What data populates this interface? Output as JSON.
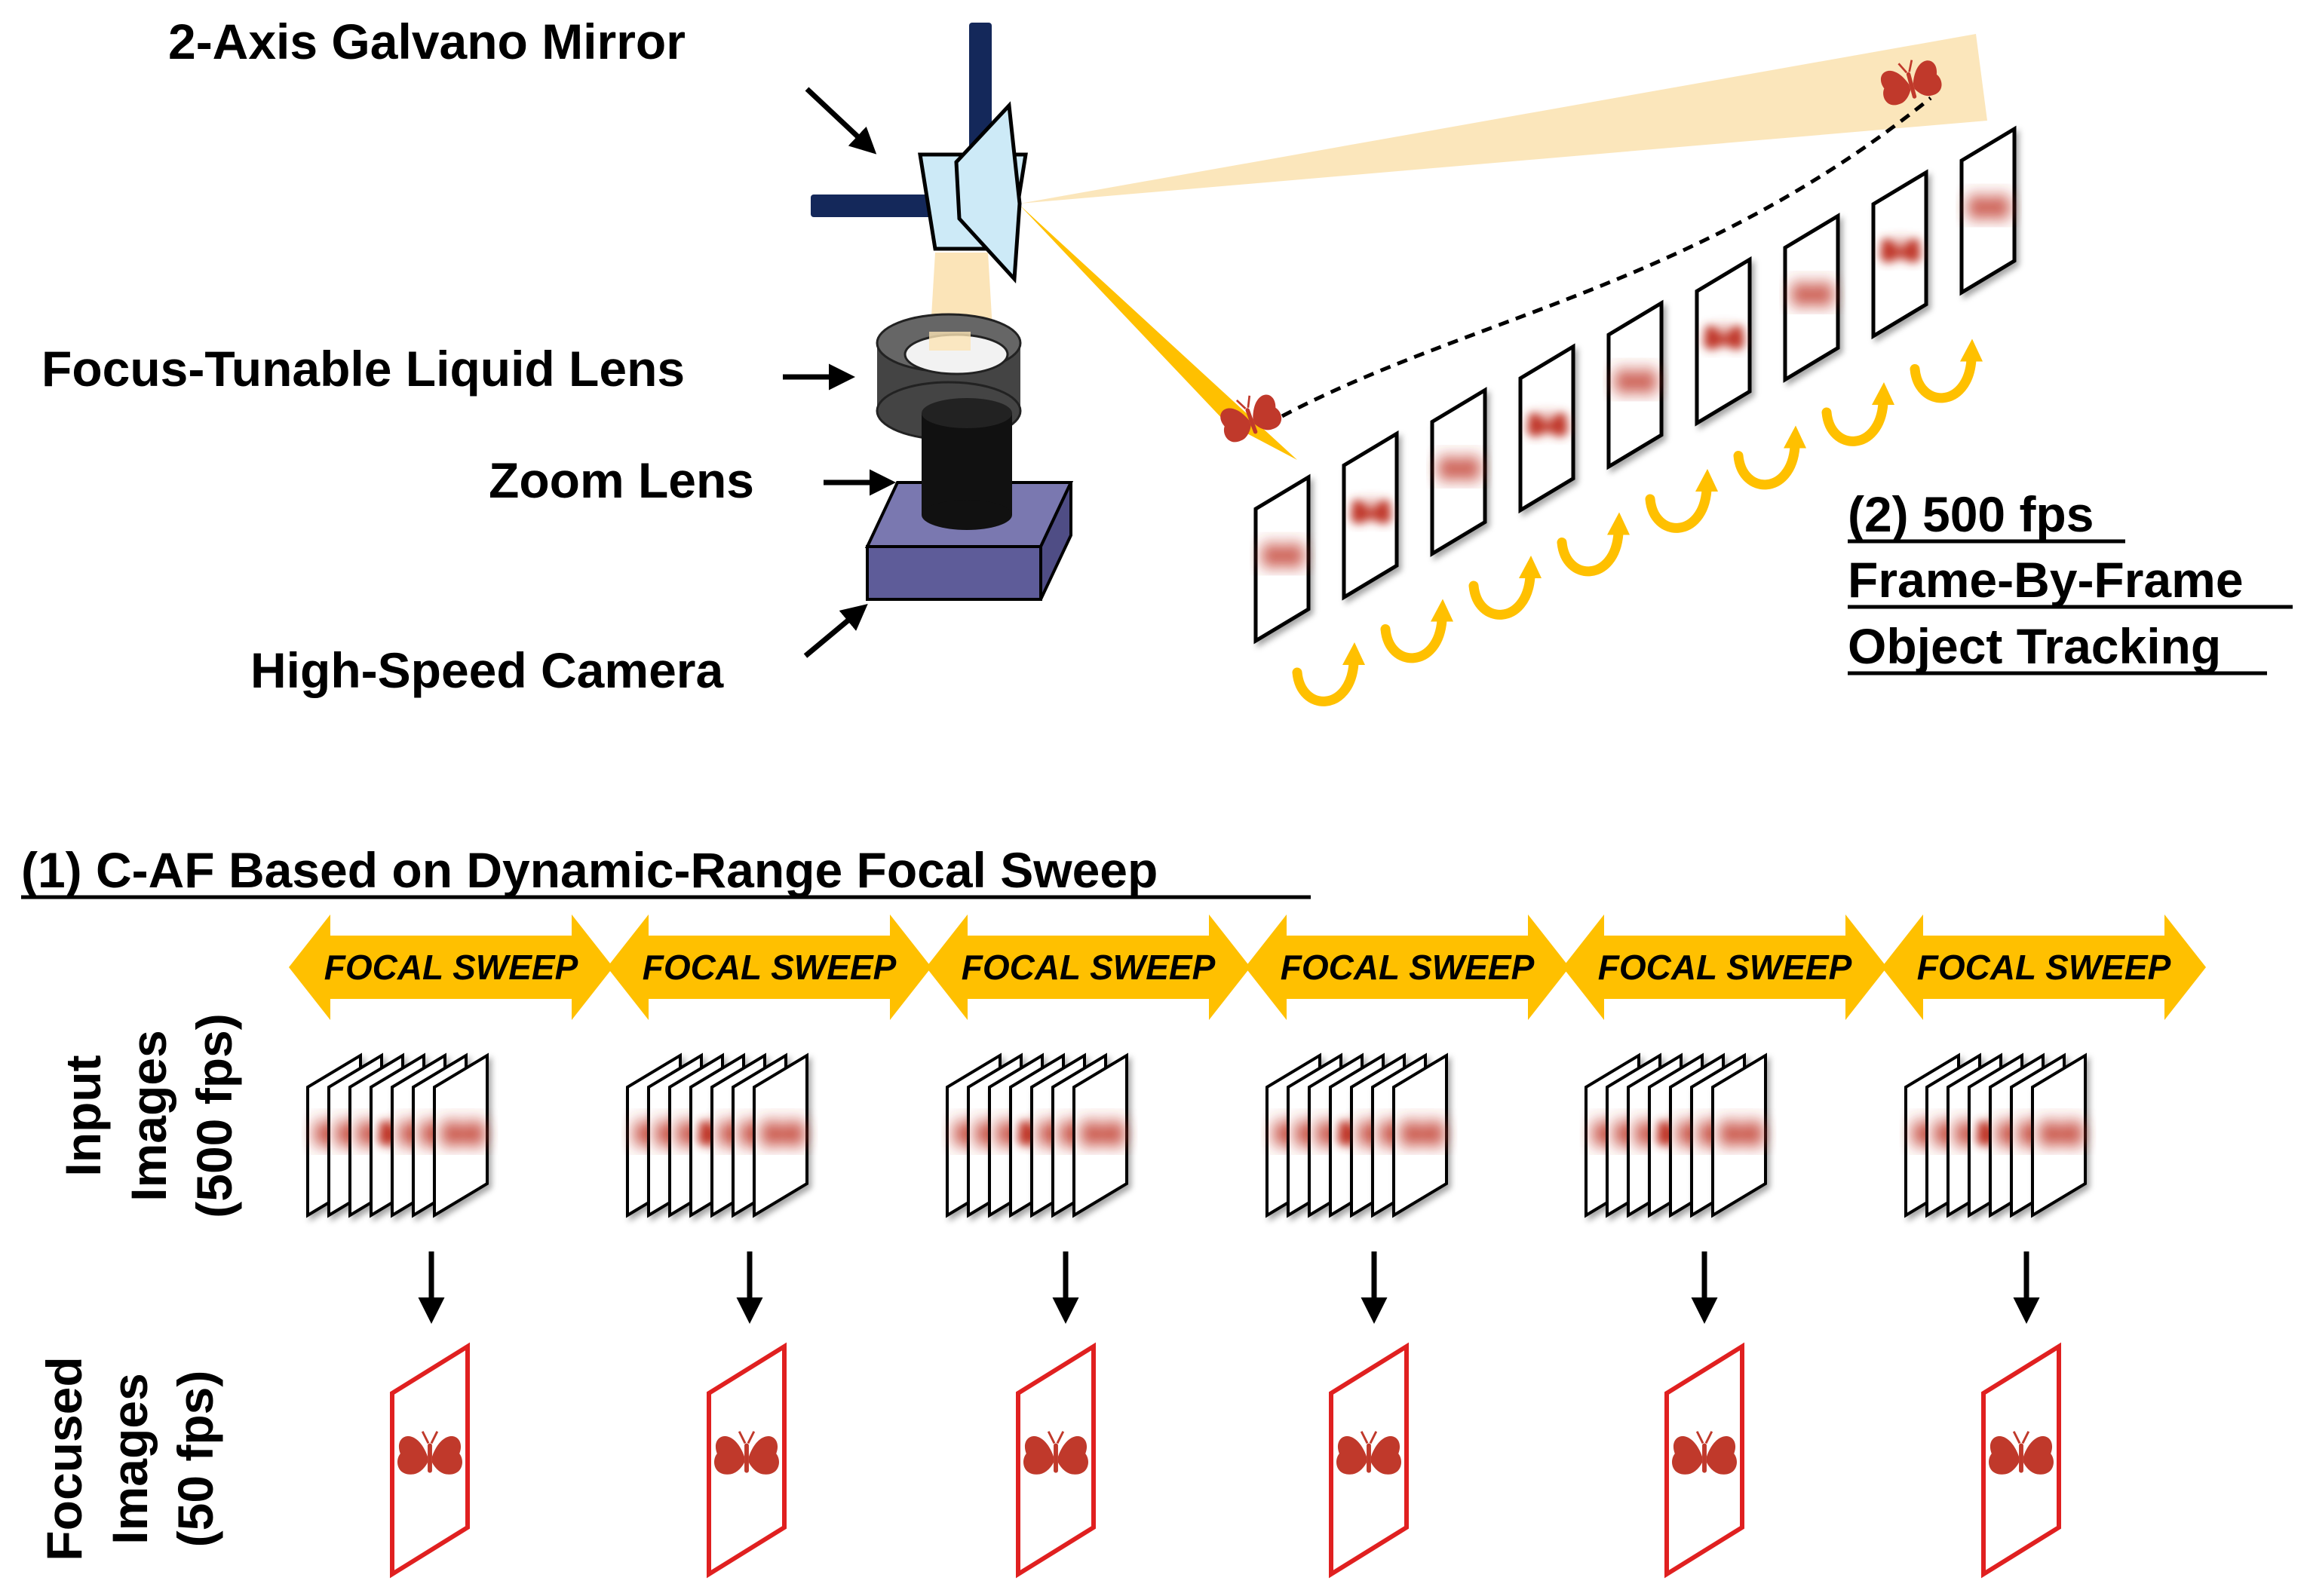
{
  "labels": {
    "galvano": "2-Axis Galvano Mirror",
    "liquid_lens": "Focus-Tunable Liquid Lens",
    "zoom_lens": "Zoom Lens",
    "camera": "High-Speed Camera",
    "tracking_line1": "(2) 500 fps",
    "tracking_line2": "Frame-By-Frame",
    "tracking_line3": "Object Tracking",
    "caf_title": "(1) C-AF Based on Dynamic-Range Focal Sweep",
    "input_line1": "Input",
    "input_line2": "Images",
    "input_line3": "(500 fps)",
    "focused_line1": "Focused",
    "focused_line2": "Images",
    "focused_line3": "(50 fps)"
  },
  "focal_sweep_labels": [
    "FOCAL SWEEP",
    "FOCAL SWEEP",
    "FOCAL SWEEP",
    "FOCAL SWEEP",
    "FOCAL SWEEP",
    "FOCAL SWEEP"
  ],
  "colors": {
    "accent_yellow": "#FFC000",
    "beam_light": "#FBE3B4",
    "butterfly_red": "#C0392B",
    "focused_frame": "#E02020",
    "mirror_blue": "#CDEAF7",
    "galvano_shaft": "#14285A",
    "camera_body": "#5E5C99",
    "lens_black": "#111111"
  },
  "icons": [
    "galvano-mirror-icon",
    "liquid-lens-icon",
    "zoom-lens-icon",
    "camera-icon",
    "butterfly-icon"
  ]
}
